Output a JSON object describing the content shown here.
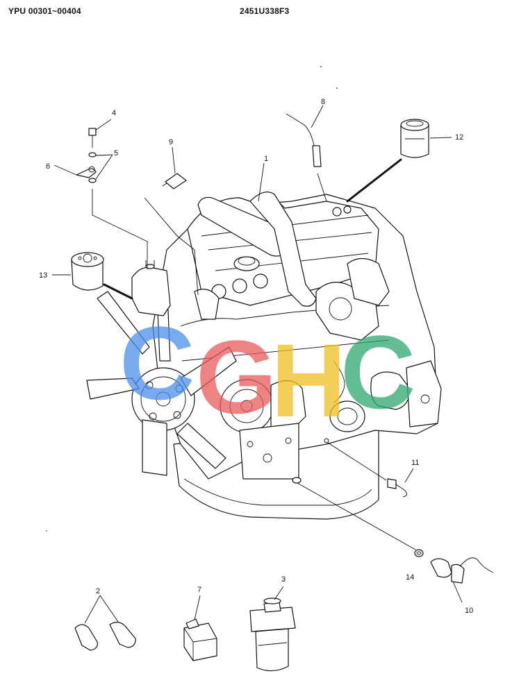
{
  "header": {
    "left": "YPU 00301~00404",
    "center": "2451U338F3"
  },
  "callouts": [
    "1",
    "2",
    "3",
    "4",
    "5",
    "6",
    "7",
    "8",
    "9",
    "10",
    "11",
    "12",
    "13",
    "14"
  ],
  "watermark": {
    "letters": [
      "C",
      "G",
      "H",
      "C"
    ],
    "colors": [
      "#4a8fe8",
      "#e85a5a",
      "#f0c020",
      "#2fa870"
    ]
  }
}
